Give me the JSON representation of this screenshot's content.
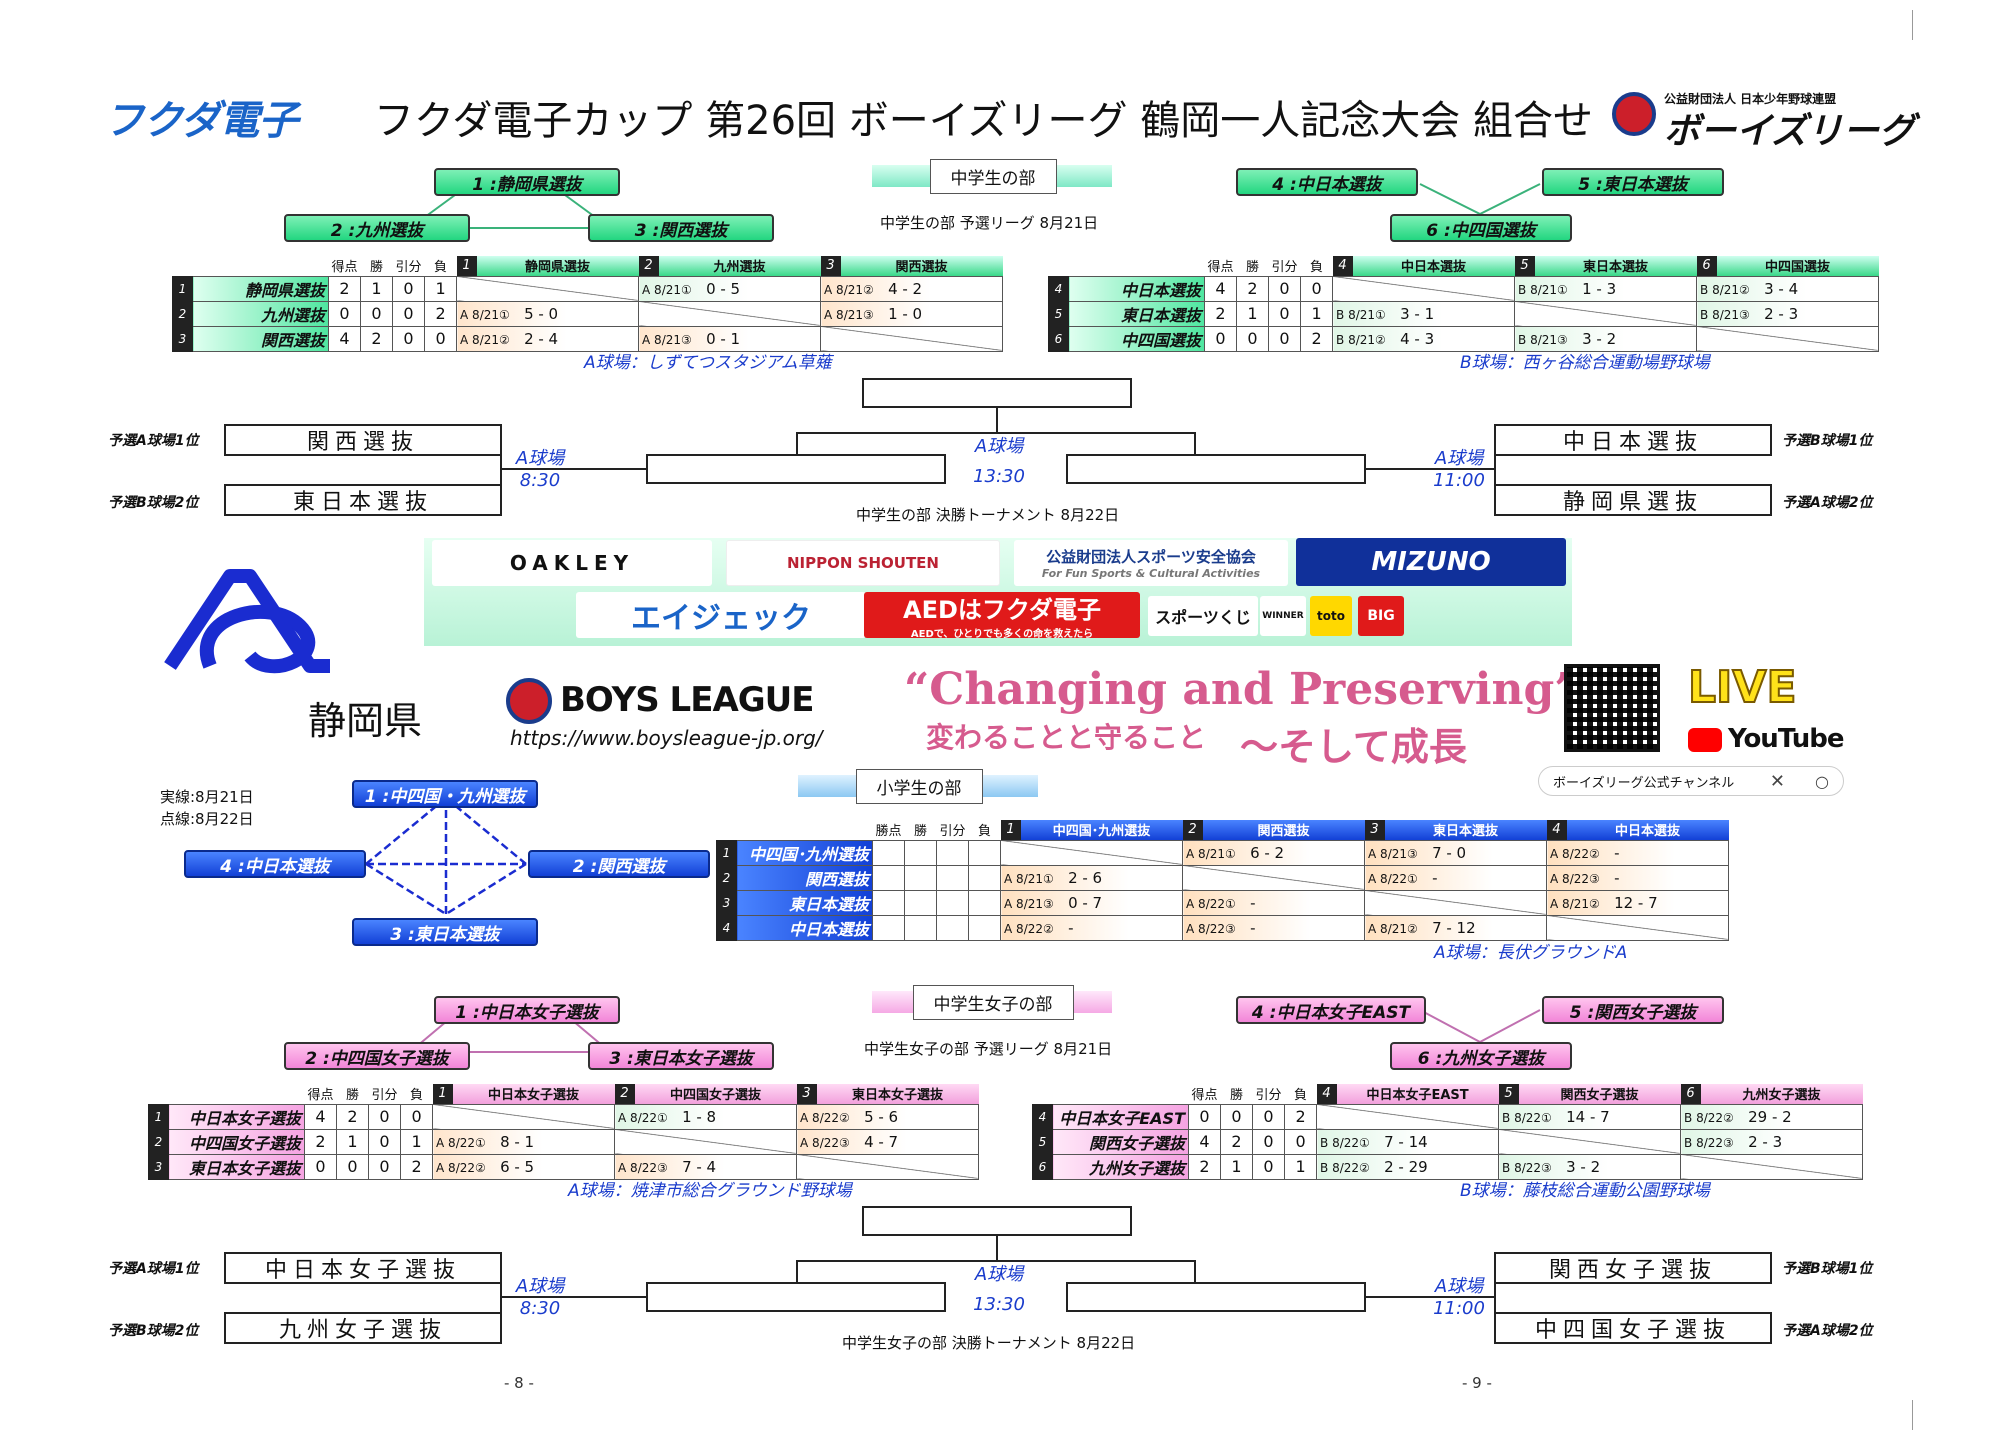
{
  "header": {
    "brand_left": "フクダ電子",
    "title": "フクダ電子カップ 第26回 ボーイズリーグ 鶴岡一人記念大会 組合せ",
    "org_small": "公益財団法人 日本少年野球連盟",
    "brand_right": "ボーイズリーグ"
  },
  "junior": {
    "ribbon": "中学生の部",
    "prelim_caption": "中学生の部 予選リーグ 8月21日",
    "final_caption": "中学生の部 決勝トーナメント 8月22日",
    "col_headers": [
      "得点",
      "勝",
      "引分",
      "負"
    ],
    "groupA": {
      "pills": [
        "1 :静岡県選抜",
        "2 :九州選抜",
        "3 :関西選抜"
      ],
      "head": [
        {
          "n": "1",
          "name": "静岡県選抜"
        },
        {
          "n": "2",
          "name": "九州選抜"
        },
        {
          "n": "3",
          "name": "関西選抜"
        }
      ],
      "rows": [
        {
          "n": "1",
          "name": "静岡県選抜",
          "stats": [
            "2",
            "1",
            "0",
            "1"
          ],
          "m": [
            {
              "x": true
            },
            {
              "c": "A 8/21①",
              "s": "0 - 5",
              "k": "h"
            },
            {
              "c": "A 8/21②",
              "s": "4 - 2",
              "k": "v"
            }
          ]
        },
        {
          "n": "2",
          "name": "九州選抜",
          "stats": [
            "0",
            "0",
            "0",
            "2"
          ],
          "m": [
            {
              "c": "A 8/21①",
              "s": "5 - 0",
              "k": "v"
            },
            {
              "x": true
            },
            {
              "c": "A 8/21③",
              "s": "1 - 0",
              "k": "v"
            }
          ]
        },
        {
          "n": "3",
          "name": "関西選抜",
          "stats": [
            "4",
            "2",
            "0",
            "0"
          ],
          "m": [
            {
              "c": "A 8/21②",
              "s": "2 - 4",
              "k": "v"
            },
            {
              "c": "A 8/21③",
              "s": "0 - 1",
              "k": "v"
            },
            {
              "x": true
            }
          ]
        }
      ],
      "venue": "A球場：しずてつスタジアム草薙"
    },
    "groupB": {
      "pills": [
        "4 :中日本選抜",
        "5 :東日本選抜",
        "6 :中四国選抜"
      ],
      "head": [
        {
          "n": "4",
          "name": "中日本選抜"
        },
        {
          "n": "5",
          "name": "東日本選抜"
        },
        {
          "n": "6",
          "name": "中四国選抜"
        }
      ],
      "rows": [
        {
          "n": "4",
          "name": "中日本選抜",
          "stats": [
            "4",
            "2",
            "0",
            "0"
          ],
          "m": [
            {
              "x": true
            },
            {
              "c": "B 8/21①",
              "s": "1 - 3",
              "k": "h"
            },
            {
              "c": "B 8/21②",
              "s": "3 - 4",
              "k": "h"
            }
          ]
        },
        {
          "n": "5",
          "name": "東日本選抜",
          "stats": [
            "2",
            "1",
            "0",
            "1"
          ],
          "m": [
            {
              "c": "B 8/21①",
              "s": "3 - 1",
              "k": "h"
            },
            {
              "x": true
            },
            {
              "c": "B 8/21③",
              "s": "2 - 3",
              "k": "h"
            }
          ]
        },
        {
          "n": "6",
          "name": "中四国選抜",
          "stats": [
            "0",
            "0",
            "0",
            "2"
          ],
          "m": [
            {
              "c": "B 8/21②",
              "s": "4 - 3",
              "k": "h"
            },
            {
              "c": "B 8/21③",
              "s": "3 - 2",
              "k": "h"
            },
            {
              "x": true
            }
          ]
        }
      ],
      "venue": "B球場：西ヶ谷総合運動場野球場"
    },
    "final": {
      "seed_a1": "予選A球場1位",
      "seed_b2": "予選B球場2位",
      "seed_b1": "予選B球場1位",
      "seed_a2": "予選A球場2位",
      "team_a1": "関西選抜",
      "team_b2": "東日本選抜",
      "team_b1": "中日本選抜",
      "team_a2": "静岡県選抜",
      "left_venue": "A球場",
      "left_time": "8:30",
      "center_venue": "A球場",
      "center_time": "13:30",
      "right_venue": "A球場",
      "right_time": "11:00"
    }
  },
  "sponsors": {
    "row1": [
      "OAKLEY",
      "NIPPON SHOUTEN",
      "公益財団法人スポーツ安全協会",
      "For Fun Sports & Cultural Activities",
      "MIZUNO"
    ],
    "row2": [
      "エイジェック",
      "AEDはフクダ電子",
      "AEDで、ひとりでも多くの命を救えたら",
      "スポーツくじ",
      "WINNER",
      "toto",
      "BIG"
    ]
  },
  "middle": {
    "pref": "静岡県",
    "boys_league": "BOYS LEAGUE",
    "url": "https://www.boysleague-jp.org/",
    "slogan_en": "“Changing and Preserving”",
    "slogan_jp1": "変わることと守ること",
    "slogan_jp2": "～そして成長",
    "live": "LIVE",
    "youtube": "YouTube",
    "search": "ボーイズリーグ公式チャンネル"
  },
  "elementary": {
    "ribbon": "小学生の部",
    "legend1": "実線:8月21日",
    "legend2": "点線:8月22日",
    "pills": [
      "1 :中四国・九州選抜",
      "2 :関西選抜",
      "3 :東日本選抜",
      "4 :中日本選抜"
    ],
    "head": [
      {
        "n": "1",
        "name": "中四国･九州選抜"
      },
      {
        "n": "2",
        "name": "関西選抜"
      },
      {
        "n": "3",
        "name": "東日本選抜"
      },
      {
        "n": "4",
        "name": "中日本選抜"
      }
    ],
    "rows": [
      {
        "n": "1",
        "name": "中四国･九州選抜",
        "stats": [
          "",
          "",
          "",
          ""
        ],
        "m": [
          {
            "x": true
          },
          {
            "c": "A 8/21①",
            "s": "6 - 2",
            "k": "v"
          },
          {
            "c": "A 8/21③",
            "s": "7 - 0",
            "k": "v"
          },
          {
            "c": "A 8/22②",
            "s": "-",
            "k": "v"
          }
        ]
      },
      {
        "n": "2",
        "name": "関西選抜",
        "stats": [
          "",
          "",
          "",
          ""
        ],
        "m": [
          {
            "c": "A 8/21①",
            "s": "2 - 6",
            "k": "v"
          },
          {
            "x": true
          },
          {
            "c": "A 8/22①",
            "s": "-",
            "k": "v"
          },
          {
            "c": "A 8/22③",
            "s": "-",
            "k": "v"
          }
        ]
      },
      {
        "n": "3",
        "name": "東日本選抜",
        "stats": [
          "",
          "",
          "",
          ""
        ],
        "m": [
          {
            "c": "A 8/21③",
            "s": "0 - 7",
            "k": "v"
          },
          {
            "c": "A 8/22①",
            "s": "-",
            "k": "v"
          },
          {
            "x": true
          },
          {
            "c": "A 8/21②",
            "s": "12 - 7",
            "k": "v"
          }
        ]
      },
      {
        "n": "4",
        "name": "中日本選抜",
        "stats": [
          "",
          "",
          "",
          ""
        ],
        "m": [
          {
            "c": "A 8/22②",
            "s": "-",
            "k": "v"
          },
          {
            "c": "A 8/22③",
            "s": "-",
            "k": "v"
          },
          {
            "c": "A 8/21②",
            "s": "7 - 12",
            "k": "v"
          },
          {
            "x": true
          }
        ]
      }
    ],
    "venue": "A球場：長伏グラウンドA"
  },
  "girls": {
    "ribbon": "中学生女子の部",
    "prelim_caption": "中学生女子の部 予選リーグ 8月21日",
    "final_caption": "中学生女子の部 決勝トーナメント 8月22日",
    "groupA": {
      "pills": [
        "1 :中日本女子選抜",
        "2 :中四国女子選抜",
        "3 :東日本女子選抜"
      ],
      "head": [
        {
          "n": "1",
          "name": "中日本女子選抜"
        },
        {
          "n": "2",
          "name": "中四国女子選抜"
        },
        {
          "n": "3",
          "name": "東日本女子選抜"
        }
      ],
      "rows": [
        {
          "n": "1",
          "name": "中日本女子選抜",
          "stats": [
            "4",
            "2",
            "0",
            "0"
          ],
          "m": [
            {
              "x": true
            },
            {
              "c": "A 8/22①",
              "s": "1 - 8",
              "k": "h"
            },
            {
              "c": "A 8/22②",
              "s": "5 - 6",
              "k": "v"
            }
          ]
        },
        {
          "n": "2",
          "name": "中四国女子選抜",
          "stats": [
            "2",
            "1",
            "0",
            "1"
          ],
          "m": [
            {
              "c": "A 8/22①",
              "s": "8 - 1",
              "k": "v"
            },
            {
              "x": true
            },
            {
              "c": "A 8/22③",
              "s": "4 - 7",
              "k": "v"
            }
          ]
        },
        {
          "n": "3",
          "name": "東日本女子選抜",
          "stats": [
            "0",
            "0",
            "0",
            "2"
          ],
          "m": [
            {
              "c": "A 8/22②",
              "s": "6 - 5",
              "k": "v"
            },
            {
              "c": "A 8/22③",
              "s": "7 - 4",
              "k": "v"
            },
            {
              "x": true
            }
          ]
        }
      ],
      "venue": "A球場：焼津市総合グラウンド野球場"
    },
    "groupB": {
      "pills": [
        "4 :中日本女子EAST",
        "5 :関西女子選抜",
        "6 :九州女子選抜"
      ],
      "head": [
        {
          "n": "4",
          "name": "中日本女子EAST"
        },
        {
          "n": "5",
          "name": "関西女子選抜"
        },
        {
          "n": "6",
          "name": "九州女子選抜"
        }
      ],
      "rows": [
        {
          "n": "4",
          "name": "中日本女子EAST",
          "stats": [
            "0",
            "0",
            "0",
            "2"
          ],
          "m": [
            {
              "x": true
            },
            {
              "c": "B 8/22①",
              "s": "14 - 7",
              "k": "h"
            },
            {
              "c": "B 8/22②",
              "s": "29 - 2",
              "k": "h"
            }
          ]
        },
        {
          "n": "5",
          "name": "関西女子選抜",
          "stats": [
            "4",
            "2",
            "0",
            "0"
          ],
          "m": [
            {
              "c": "B 8/22①",
              "s": "7 - 14",
              "k": "h"
            },
            {
              "x": true
            },
            {
              "c": "B 8/22③",
              "s": "2 - 3",
              "k": "h"
            }
          ]
        },
        {
          "n": "6",
          "name": "九州女子選抜",
          "stats": [
            "2",
            "1",
            "0",
            "1"
          ],
          "m": [
            {
              "c": "B 8/22②",
              "s": "2 - 29",
              "k": "h"
            },
            {
              "c": "B 8/22③",
              "s": "3 - 2",
              "k": "h"
            },
            {
              "x": true
            }
          ]
        }
      ],
      "venue": "B球場：藤枝総合運動公園野球場"
    },
    "final": {
      "seed_a1": "予選A球場1位",
      "seed_b2": "予選B球場2位",
      "seed_b1": "予選B球場1位",
      "seed_a2": "予選A球場2位",
      "team_a1": "中日本女子選抜",
      "team_b2": "九州女子選抜",
      "team_b1": "関西女子選抜",
      "team_a2": "中四国女子選抜",
      "left_venue": "A球場",
      "left_time": "8:30",
      "center_venue": "A球場",
      "center_time": "13:30",
      "right_venue": "A球場",
      "right_time": "11:00"
    }
  },
  "footer": {
    "page_left": "- 8 -",
    "page_right": "- 9 -"
  }
}
